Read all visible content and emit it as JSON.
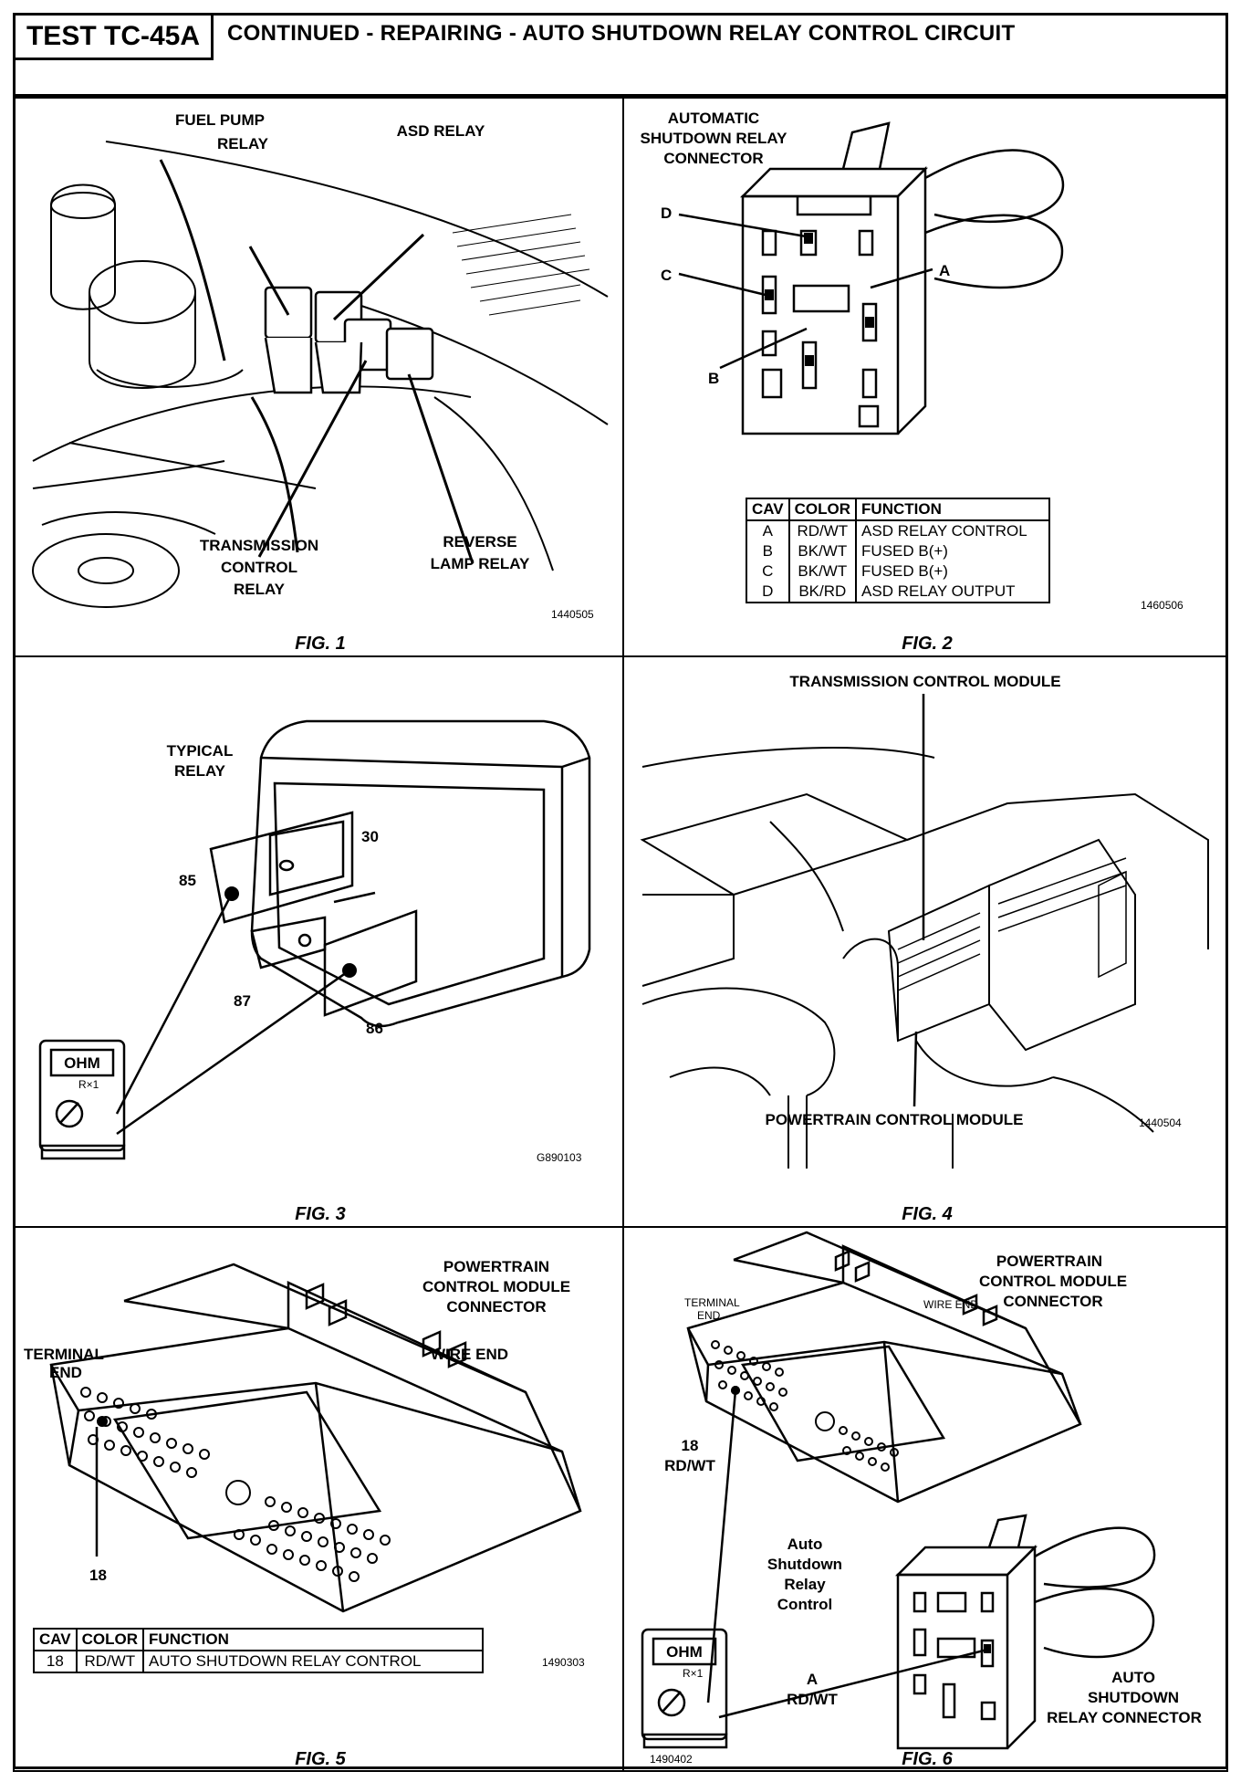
{
  "header": {
    "test_id": "TEST TC-45A",
    "title": "CONTINUED - REPAIRING - AUTO SHUTDOWN RELAY CONTROL CIRCUIT"
  },
  "fig1": {
    "caption": "FIG. 1",
    "fuel_pump_relay_1": "FUEL PUMP",
    "fuel_pump_relay_2": "RELAY",
    "asd_relay": "ASD RELAY",
    "transmission_1": "TRANSMISSION",
    "transmission_2": "CONTROL",
    "transmission_3": "RELAY",
    "reverse_1": "REVERSE",
    "reverse_2": "LAMP RELAY",
    "code": "1440505"
  },
  "fig2": {
    "caption": "FIG. 2",
    "title_1": "AUTOMATIC",
    "title_2": "SHUTDOWN RELAY",
    "title_3": "CONNECTOR",
    "pin_a": "A",
    "pin_b": "B",
    "pin_c": "C",
    "pin_d": "D",
    "code": "1460506",
    "table": {
      "headers": [
        "CAV",
        "COLOR",
        "FUNCTION"
      ],
      "rows": [
        [
          "A",
          "RD/WT",
          "ASD RELAY CONTROL"
        ],
        [
          "B",
          "BK/WT",
          "FUSED B(+)"
        ],
        [
          "C",
          "BK/WT",
          "FUSED B(+)"
        ],
        [
          "D",
          "BK/RD",
          "ASD RELAY OUTPUT"
        ]
      ]
    }
  },
  "fig3": {
    "caption": "FIG. 3",
    "title_1": "TYPICAL",
    "title_2": "RELAY",
    "pin_30": "30",
    "pin_85": "85",
    "pin_87": "87",
    "pin_86": "86",
    "meter": "OHM",
    "meter_range": "R×1",
    "code": "G890103"
  },
  "fig4": {
    "caption": "FIG. 4",
    "tcm": "TRANSMISSION CONTROL MODULE",
    "pcm": "POWERTRAIN CONTROL MODULE",
    "code": "1440504"
  },
  "fig5": {
    "caption": "FIG. 5",
    "title_1": "POWERTRAIN",
    "title_2": "CONTROL MODULE",
    "title_3": "CONNECTOR",
    "terminal_end_1": "TERMINAL",
    "terminal_end_2": "END",
    "wire_end": "WIRE  END",
    "pin_18": "18",
    "code": "1490303",
    "table": {
      "headers": [
        "CAV",
        "COLOR",
        "FUNCTION"
      ],
      "rows": [
        [
          "18",
          "RD/WT",
          "AUTO SHUTDOWN RELAY CONTROL"
        ]
      ]
    }
  },
  "fig6": {
    "caption": "FIG. 6",
    "title_1": "POWERTRAIN",
    "title_2": "CONTROL MODULE",
    "title_3": "CONNECTOR",
    "terminal_end_1": "TERMINAL",
    "terminal_end_2": "END",
    "wire_end": "WIRE  END",
    "pin_18_1": "18",
    "pin_18_2": "RD/WT",
    "asd_1": "Auto",
    "asd_2": "Shutdown",
    "asd_3": "Relay",
    "asd_4": "Control",
    "pin_a_1": "A",
    "pin_a_2": "RD/WT",
    "conn_1": "AUTO",
    "conn_2": "SHUTDOWN",
    "conn_3": "RELAY CONNECTOR",
    "meter": "OHM",
    "meter_range": "R×1",
    "code": "1490402"
  }
}
